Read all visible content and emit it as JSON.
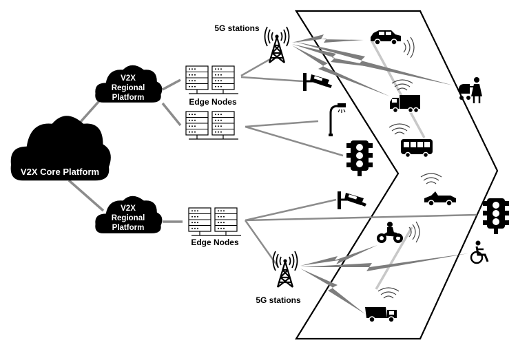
{
  "nodes": {
    "core": "V2X Core Platform",
    "regional_top": [
      "V2X",
      "Regional",
      "Platform"
    ],
    "regional_bottom": [
      "V2X",
      "Regional",
      "Platform"
    ],
    "edge_top": "Edge Nodes",
    "edge_bottom": "Edge Nodes",
    "station_top": "5G stations",
    "station_bottom": "5G stations"
  },
  "icons": {
    "vehicles": [
      "car-icon",
      "truck-icon",
      "bus-icon",
      "convertible-car-icon",
      "motorcycle-icon",
      "dump-truck-icon"
    ],
    "infrastructure": [
      "cctv-camera-icon",
      "street-lamp-icon",
      "traffic-light-icon"
    ],
    "pedestrians": [
      "pedestrian-with-stroller-icon",
      "wheelchair-user-icon"
    ]
  },
  "colors": {
    "cloud": "#000000",
    "link": "#8c8c8c",
    "signal": "#7d7d7d",
    "lane": "#c8c8c8"
  }
}
